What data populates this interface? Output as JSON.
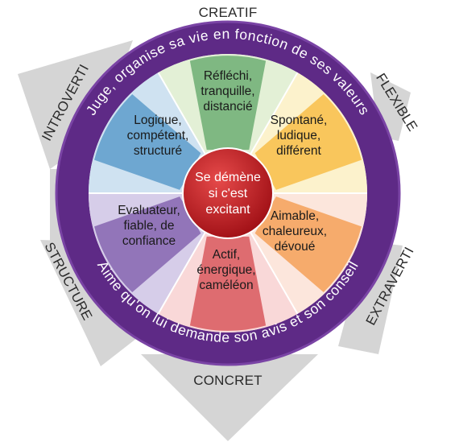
{
  "direction_labels": {
    "top": "CREATIF",
    "top_right": "FLEXIBLE",
    "right": "EXTRAVERTI",
    "bottom": "CONCRET",
    "left": "STRUCTURE",
    "top_left": "INTROVERTI"
  },
  "ring": {
    "top_text": "Juge, organise sa vie en fonction de ses valeurs",
    "bottom_text": "Aime qu'on lui demande son avis et son conseil"
  },
  "segments": [
    {
      "id": "top",
      "lines": [
        "Réfléchi,",
        "tranquille,",
        "distancié"
      ],
      "color_light": "#e3f0d6",
      "color_dark": "#2e8b3e"
    },
    {
      "id": "upper-right",
      "lines": [
        "Spontané,",
        "ludique,",
        "différent"
      ],
      "color_light": "#fcf2cc",
      "color_dark": "#f5a300"
    },
    {
      "id": "lower-right",
      "lines": [
        "Aimable,",
        "chaleureux,",
        "dévoué"
      ],
      "color_light": "#fce6dc",
      "color_dark": "#f07a10"
    },
    {
      "id": "bottom",
      "lines": [
        "Actif,",
        "énergique,",
        "caméléon"
      ],
      "color_light": "#f9d8d8",
      "color_dark": "#c8141c"
    },
    {
      "id": "lower-left",
      "lines": [
        "Evaluateur,",
        "fiable, de",
        "confiance"
      ],
      "color_light": "#d6cde9",
      "color_dark": "#5b2d91"
    },
    {
      "id": "upper-left",
      "lines": [
        "Logique,",
        "compétent,",
        "structuré"
      ],
      "color_light": "#cfe2f1",
      "color_dark": "#1f76b6"
    }
  ],
  "center": {
    "lines": [
      "Se démène",
      "si c'est",
      "excitant"
    ],
    "color": "#c8161d"
  },
  "colors": {
    "ring": "#5e2a86",
    "ring_edge": "#7a44a5",
    "arrows": "#d5d5d5"
  }
}
